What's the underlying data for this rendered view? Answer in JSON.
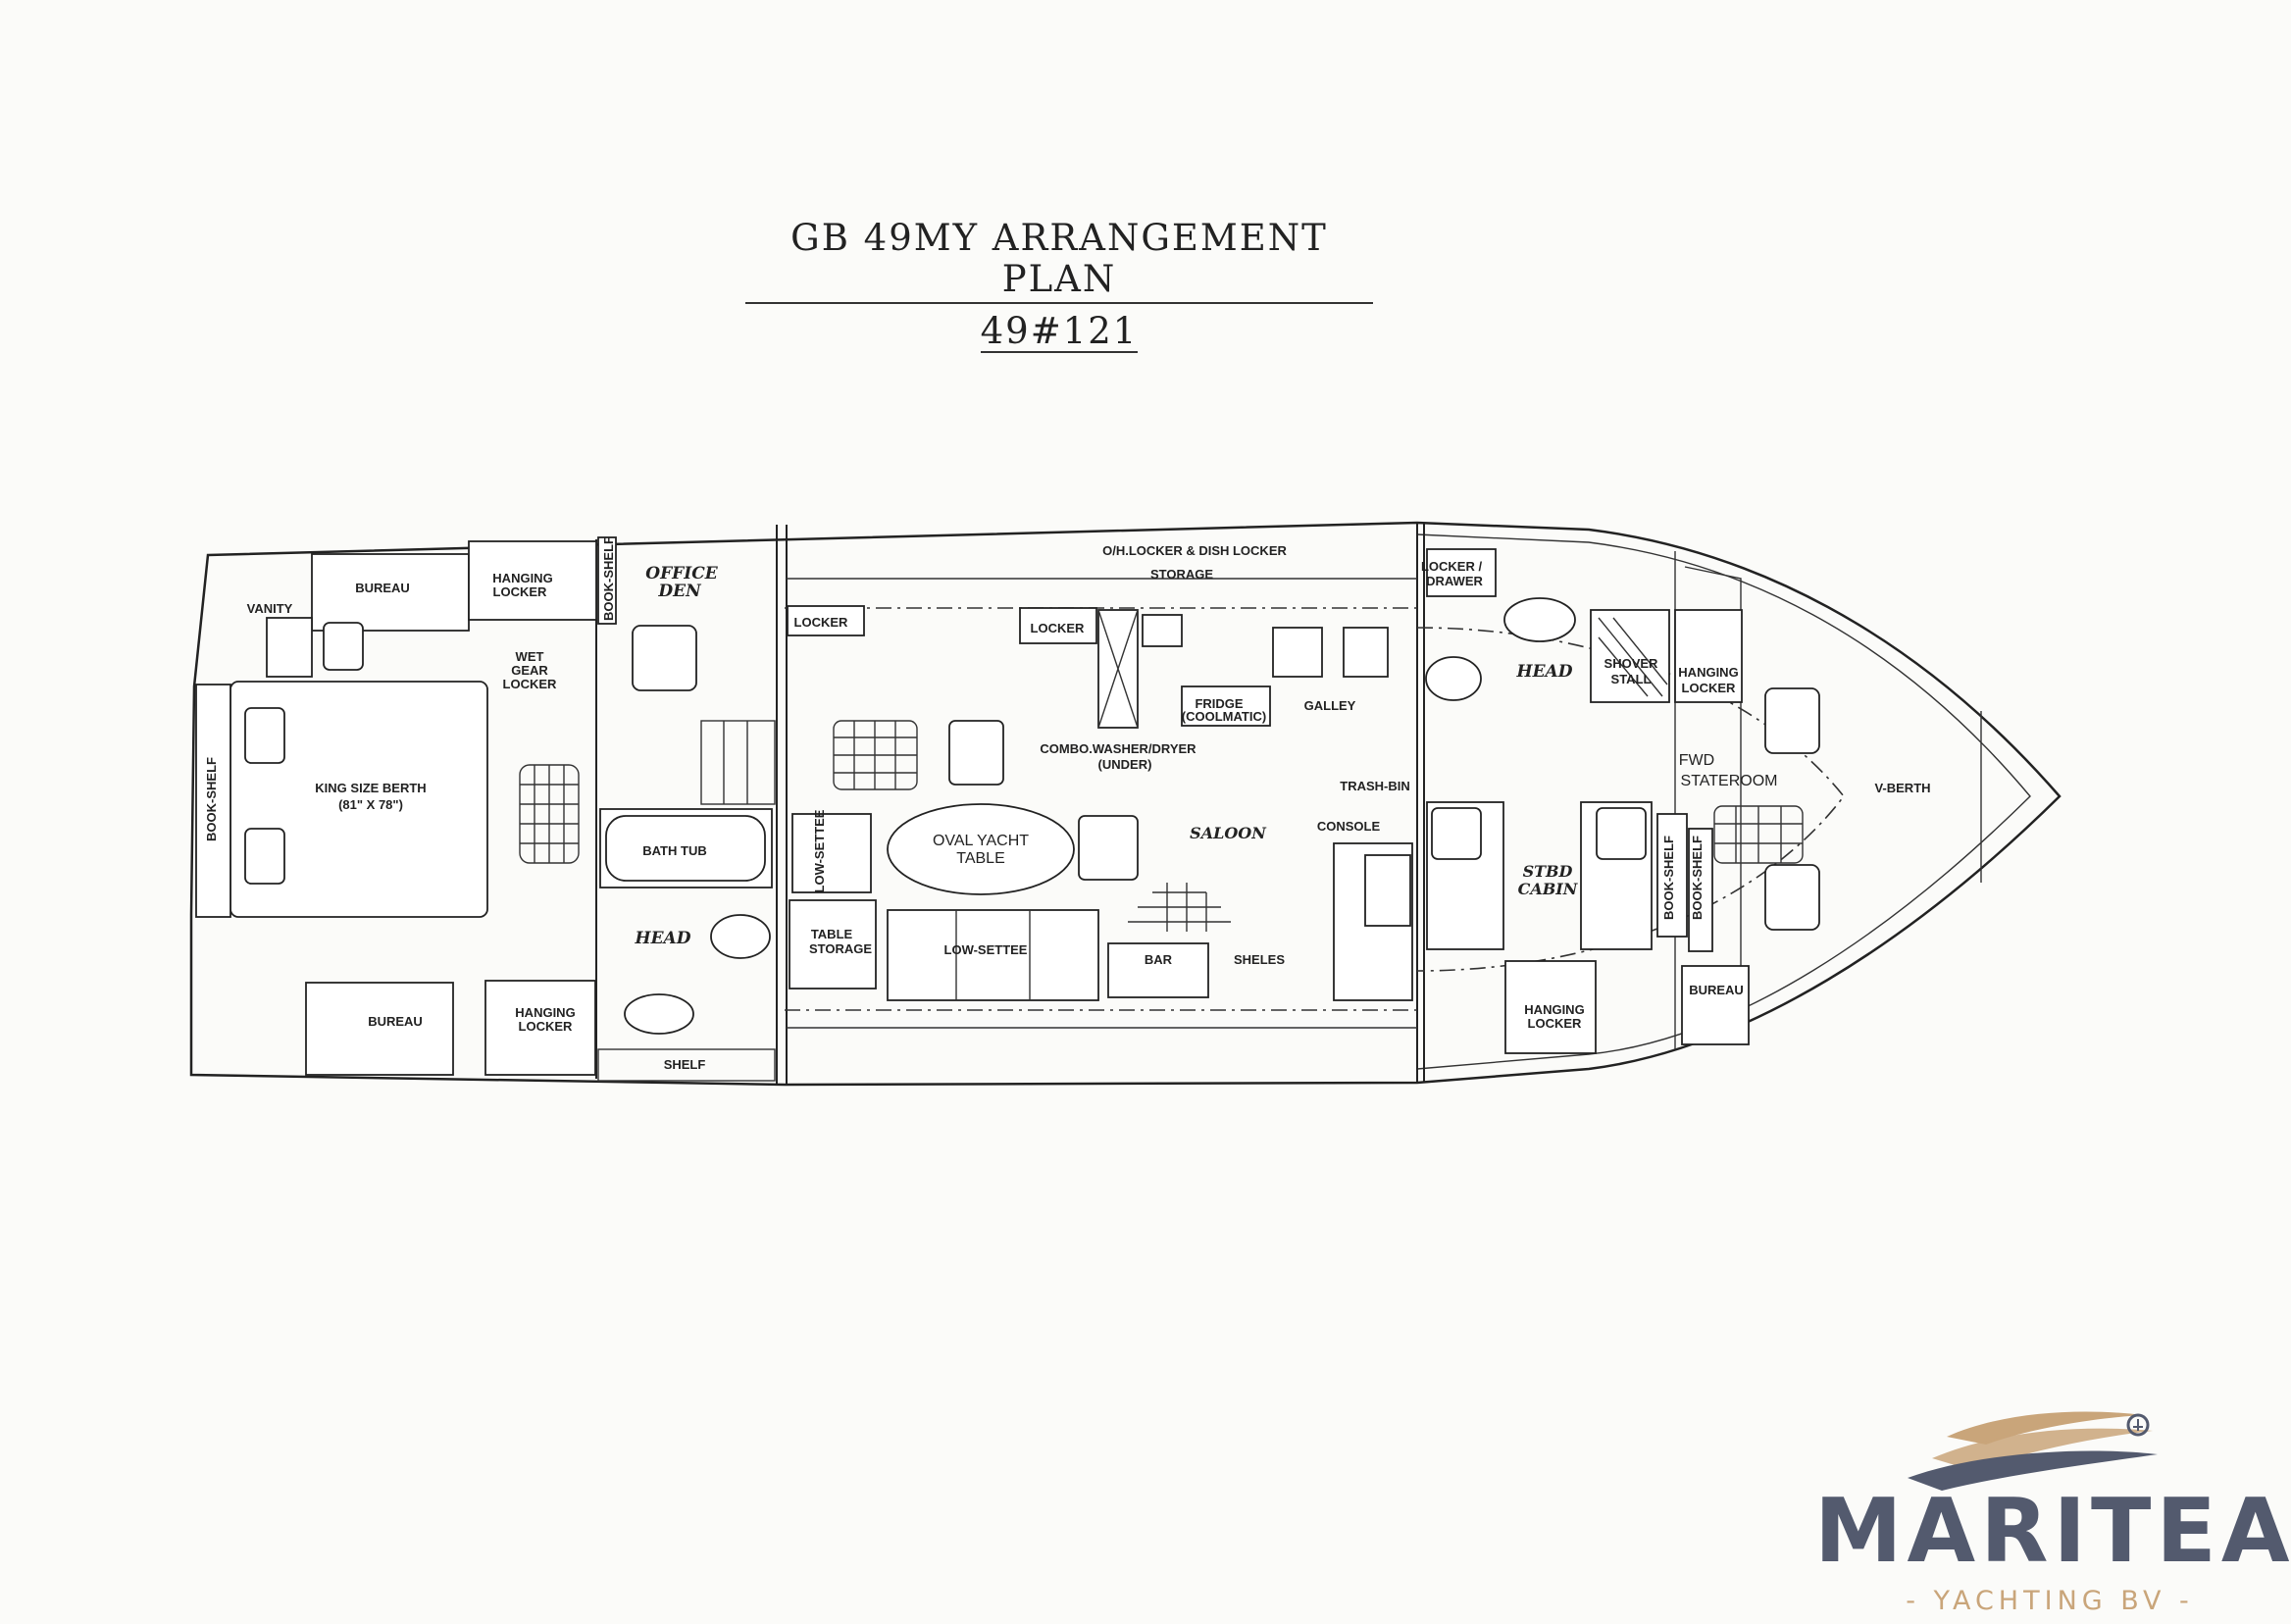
{
  "title": "GB 49MY ARRANGEMENT PLAN",
  "subtitle": "49#121",
  "labels": {
    "vanity": "VANITY",
    "bureau_aft_top": "BUREAU",
    "hanging_locker_aft_top": "HANGING",
    "hanging_locker_aft_top_2": "LOCKER",
    "book_shelf_den": "BOOK-SHELF",
    "office": "OFFICE",
    "den": "DEN",
    "wet_gear_1": "WET",
    "wet_gear_2": "GEAR",
    "wet_gear_3": "LOCKER",
    "book_shelf_aft": "BOOK-SHELF",
    "king_berth": "KING SIZE BERTH",
    "king_berth_dims": "(81\" X 78\")",
    "bath_tub": "BATH TUB",
    "head_aft": "HEAD",
    "bureau_aft_bottom": "BUREAU",
    "hanging_locker_aft_bottom": "HANGING",
    "hanging_locker_aft_bottom_2": "LOCKER",
    "shelf": "SHELF",
    "locker_1": "LOCKER",
    "locker_2": "LOCKER",
    "oh_locker": "O/H.LOCKER & DISH LOCKER",
    "storage": "STORAGE",
    "fridge_1": "FRIDGE",
    "fridge_2": "(COOLMATIC)",
    "galley": "GALLEY",
    "washer_1": "COMBO.WASHER/DRYER",
    "washer_2": "(UNDER)",
    "low_settee_1": "LOW-SETTEE",
    "oval_table_1": "OVAL YACHT",
    "oval_table_2": "TABLE",
    "saloon": "SALOON",
    "console": "CONSOLE",
    "trash_bin": "TRASH-BIN",
    "table_storage_1": "TABLE",
    "table_storage_2": "STORAGE",
    "low_settee_2": "LOW-SETTEE",
    "bar": "BAR",
    "shelves": "SHELES",
    "locker_drawer_1": "LOCKER /",
    "locker_drawer_2": "DRAWER",
    "head_fwd": "HEAD",
    "shower_1": "SHOVER",
    "shower_2": "STALL",
    "hanging_locker_fwd_1": "HANGING",
    "hanging_locker_fwd_2": "LOCKER",
    "fwd_stateroom_1": "FWD",
    "fwd_stateroom_2": "STATEROOM",
    "v_berth": "V-BERTH",
    "stbd_cabin_1": "STBD",
    "stbd_cabin_2": "CABIN",
    "book_shelf_fwd_1": "BOOK-SHELF",
    "book_shelf_fwd_2": "BOOK-SHELF",
    "hanging_locker_stbd_1": "HANGING",
    "hanging_locker_stbd_2": "LOCKER",
    "bureau_fwd": "BUREAU"
  },
  "logo": {
    "name": "MARITEAM",
    "tagline": "- YACHTING BV -",
    "colors": {
      "primary": "#535a6e",
      "accent": "#c9a57a"
    }
  }
}
